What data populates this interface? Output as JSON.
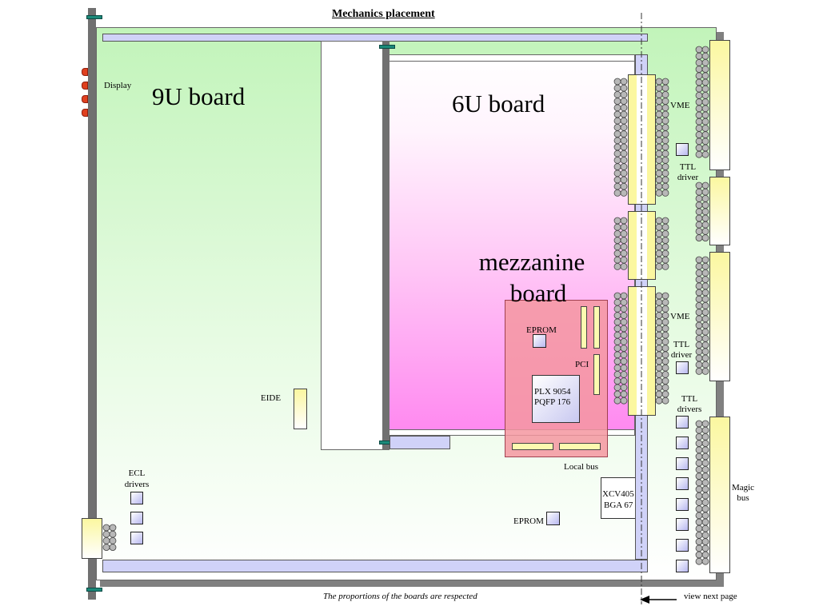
{
  "title": "Mechanics placement",
  "boards": {
    "board_9u": "9U board",
    "board_6u": "6U board",
    "mezzanine_line1": "mezzanine",
    "mezzanine_line2": "board"
  },
  "labels": {
    "display": "Display",
    "eide": "EIDE",
    "ecl_line1": "ECL",
    "ecl_line2": "drivers",
    "eprom_mezz": "EPROM",
    "pci": "PCI",
    "plx_line1": "PLX 9054",
    "plx_line2": "PQFP 176",
    "local_bus": "Local bus",
    "xcv_line1": "XCV405",
    "xcv_line2": "BGA 67",
    "eprom_bottom": "EPROM",
    "vme_top": "VME",
    "ttl_driver_top_line1": "TTL",
    "ttl_driver_top_line2": "driver",
    "vme_mid": "VME",
    "ttl_driver_mid_line1": "TTL",
    "ttl_driver_mid_line2": "driver",
    "ttl_drivers_line1": "TTL",
    "ttl_drivers_line2": "drivers",
    "magic_line1": "Magic",
    "magic_line2": "bus"
  },
  "footer": {
    "note": "The proportions of the boards are respected",
    "view_next": "view next page"
  },
  "colors": {
    "board_9u_fill": "#c7f5c0",
    "board_6u_fill": "#ff88f0",
    "mezzanine_fill": "#f5a0a8",
    "connector_yellow": "#fbf7a0",
    "bus_bar": "#d0d2f8",
    "rail_gray": "#707070",
    "clip_teal": "#1c8a7a",
    "led_red": "#e0401e"
  }
}
